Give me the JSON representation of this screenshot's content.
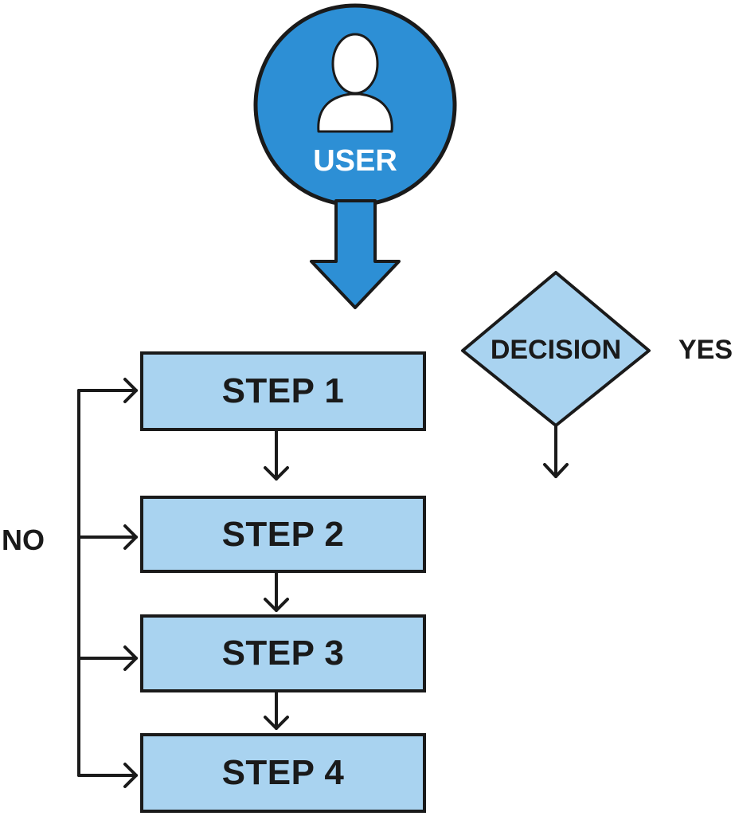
{
  "user": {
    "label": "USER",
    "icon": "user-icon"
  },
  "steps": [
    {
      "label": "STEP 1"
    },
    {
      "label": "STEP 2"
    },
    {
      "label": "STEP 3"
    },
    {
      "label": "STEP 4"
    }
  ],
  "decision": {
    "label": "DECISION",
    "yes_label": "YES"
  },
  "loop": {
    "no_label": "NO"
  },
  "colors": {
    "accent": "#2d8fd5",
    "step_fill": "#a9d3f0",
    "outline": "#1a1a1a",
    "background": "#ffffff"
  }
}
